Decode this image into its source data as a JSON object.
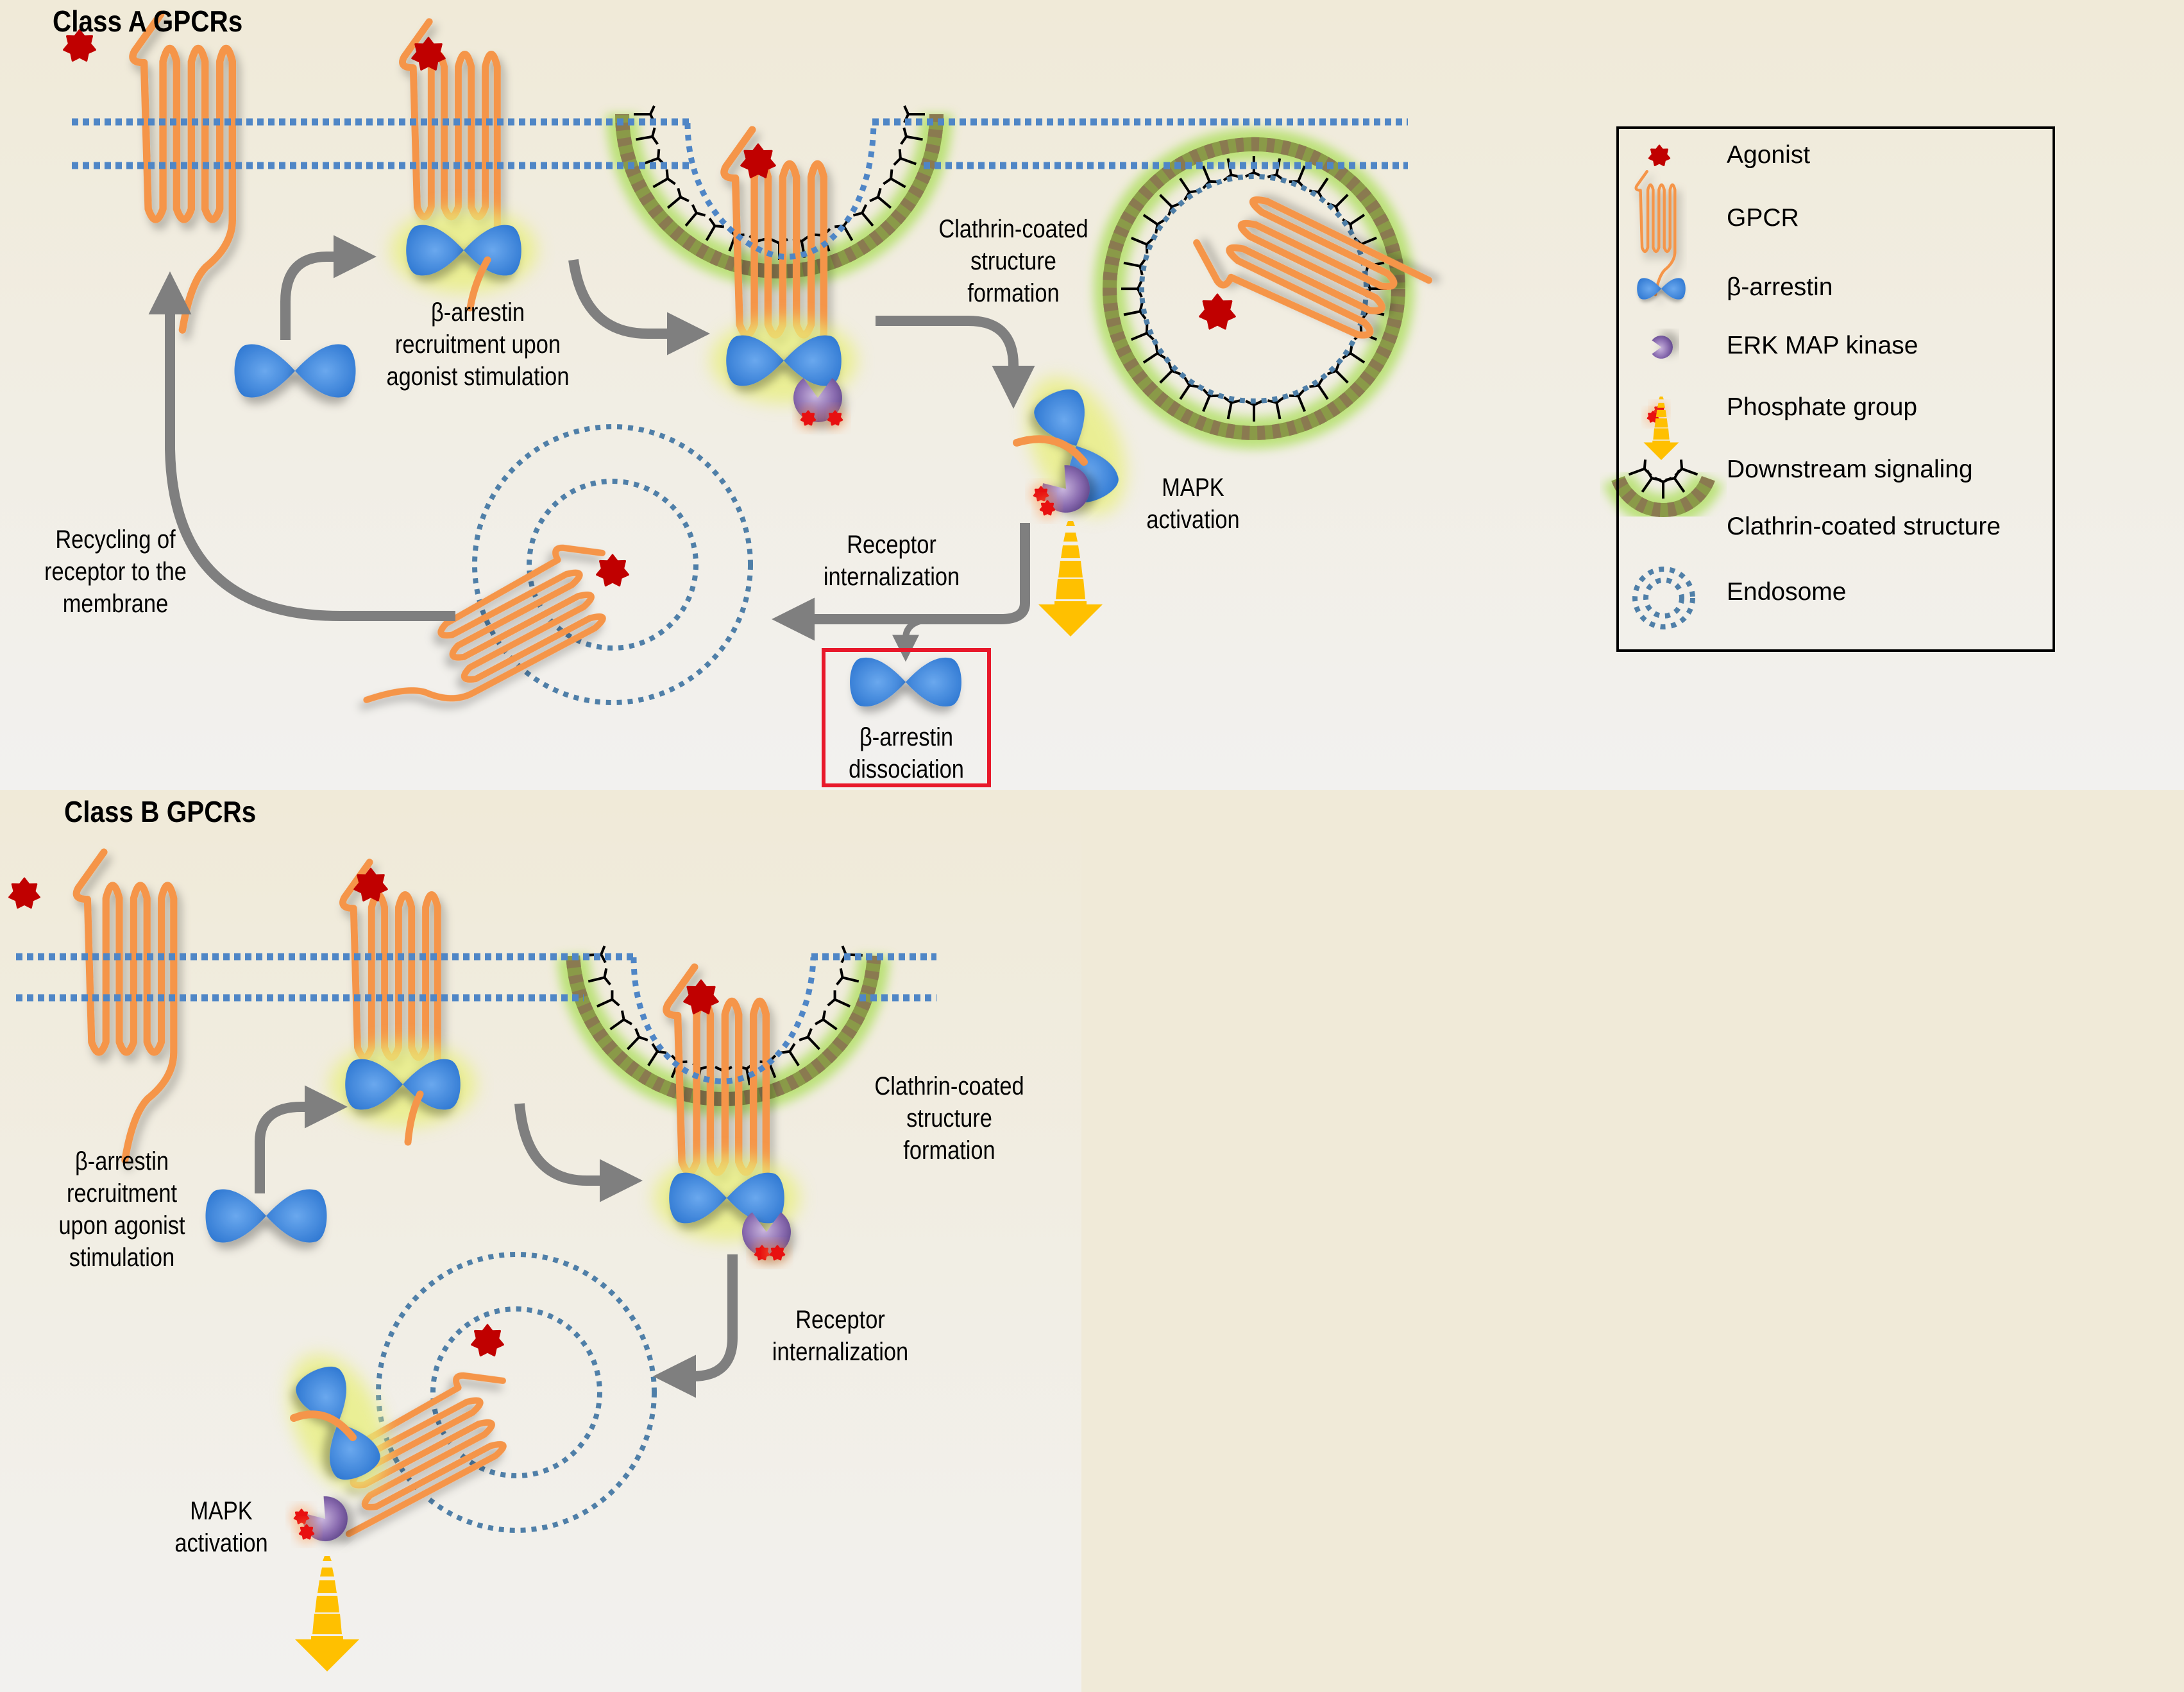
{
  "panel_a": {
    "title": "Class A GPCRs",
    "labels": {
      "recruitment": [
        "β-arrestin",
        "recruitment upon",
        "agonist stimulation"
      ],
      "clathrin_formation": [
        "Clathrin-coated",
        "structure",
        "formation"
      ],
      "mapk_activation": [
        "MAPK",
        "activation"
      ],
      "internalization": [
        "Receptor",
        "internalization"
      ],
      "recycling": [
        "Recycling of",
        "receptor to the",
        "membrane"
      ],
      "dissociation": [
        "β-arrestin",
        "dissociation"
      ]
    },
    "highlight_color": "#e8182a"
  },
  "panel_b": {
    "title": "Class B GPCRs",
    "labels": {
      "recruitment": [
        "β-arrestin",
        "recruitment",
        "upon agonist",
        "stimulation"
      ],
      "clathrin_formation": [
        "Clathrin-coated",
        "structure",
        "formation"
      ],
      "internalization": [
        "Receptor",
        "internalization"
      ],
      "mapk_activation": [
        "MAPK",
        "activation"
      ]
    }
  },
  "legend": {
    "items": [
      {
        "icon": "agonist-icon",
        "label": "Agonist"
      },
      {
        "icon": "gpcr-icon",
        "label": "GPCR"
      },
      {
        "icon": "beta-arrestin-icon",
        "label": "β-arrestin"
      },
      {
        "icon": "erk-map-kinase-icon",
        "label": "ERK MAP kinase"
      },
      {
        "icon": "phosphate-group-icon",
        "label": "Phosphate group"
      },
      {
        "icon": "downstream-signaling-icon",
        "label": "Downstream signaling"
      },
      {
        "icon": "clathrin-coated-structure-icon",
        "label": "Clathrin-coated structure"
      },
      {
        "icon": "endosome-icon",
        "label": "Endosome"
      }
    ]
  },
  "colors": {
    "gpcr": "#f5954a",
    "agonist": "#c00000",
    "arrestin": "#3d86d8",
    "erk": "#7a5aa0",
    "phosphate": "#e81010",
    "signal": "#ffc000",
    "membrane": "#4f86c6",
    "endosome": "#4f7fa8",
    "arrow": "#7f7f7f",
    "clathrin_glow": "#a6dd50",
    "clathrin_band": "#8a9a48"
  }
}
